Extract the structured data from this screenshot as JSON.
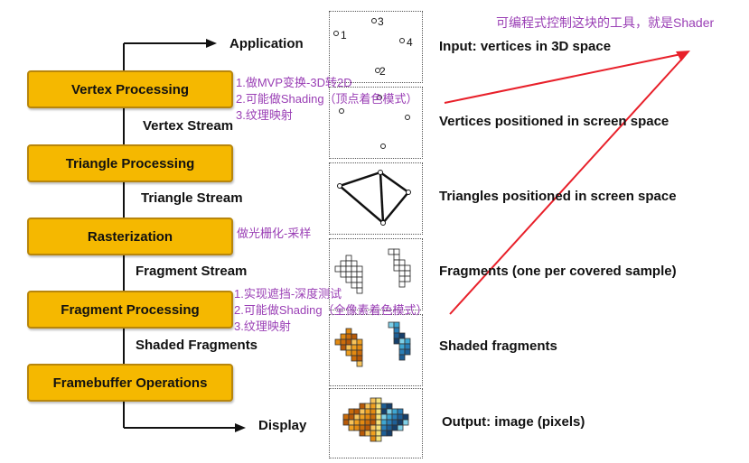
{
  "pipeline": {
    "ends": {
      "application": "Application",
      "display": "Display"
    },
    "stages": [
      {
        "label": "Vertex Processing"
      },
      {
        "label": "Triangle Processing"
      },
      {
        "label": "Rasterization"
      },
      {
        "label": "Fragment Processing"
      },
      {
        "label": "Framebuffer Operations"
      }
    ],
    "streams": [
      "Vertex Stream",
      "Triangle Stream",
      "Fragment Stream",
      "Shaded Fragments"
    ]
  },
  "descriptions": [
    "Input: vertices in 3D space",
    "Vertices positioned in screen space",
    "Triangles positioned in screen space",
    "Fragments (one per covered sample)",
    "Shaded fragments",
    "Output: image (pixels)"
  ],
  "vertex_numbers": [
    "1",
    "2",
    "3",
    "4"
  ],
  "annotations": {
    "vertex": [
      "1.做MVP变换-3D转2D",
      "2.可能做Shading（顶点着色模式）",
      "3.纹理映射"
    ],
    "raster": "做光栅化-采样",
    "fragment": [
      "1.实现遮挡-深度测试",
      "2.可能做Shading（全像素着色模式）",
      "3.纹理映射"
    ],
    "shader": "可编程式控制这块的工具，就是Shader"
  },
  "colors": {
    "stage_fill": "#f5b800",
    "annotation": "#9a3fb5",
    "arrow": "#e8202a",
    "fragment_orange": "#f0a020",
    "fragment_blue": "#2a7fb8"
  }
}
